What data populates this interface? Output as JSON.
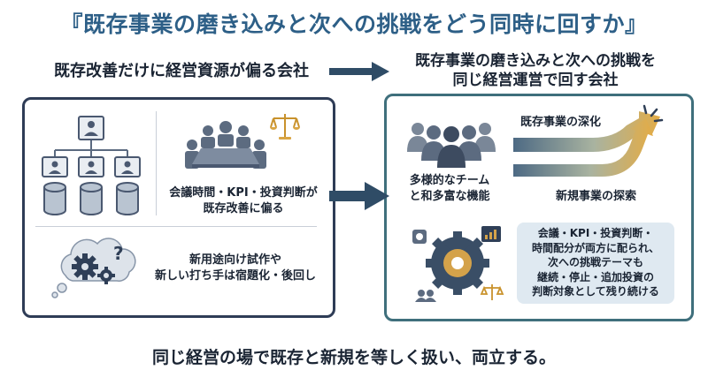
{
  "title": "『既存事業の磨き込みと次への挑戦をどう同時に回すか』",
  "left": {
    "header": "既存改善だけに経営資源が偏る会社",
    "meeting_text": [
      "会議時間・KPI・投資判断が",
      "既存改善に偏る"
    ],
    "neglect_text": [
      "新用途向け試作や",
      "新しい打ち手は宿題化・後回し"
    ]
  },
  "right": {
    "header": [
      "既存事業の磨き込みと次への挑戦を",
      "同じ経営運営で回す会社"
    ],
    "team_text": [
      "多様的なチーム",
      "と和多富な機能"
    ],
    "deepen_label": "既存事業の深化",
    "explore_label": "新規事業の探索",
    "info_text": [
      "会議・KPI・投資判断・",
      "時間配分が両方に配られ、",
      "次への挑戦テーマも",
      "継続・停止・追加投資の",
      "判断対象として残り続ける"
    ]
  },
  "footer": "同じ経営の場で既存と新規を等しく扱い、両立する。",
  "colors": {
    "title": "#2d5f87",
    "left_border": "#2e3c56",
    "right_border": "#3f6f7c",
    "arrow": "#2f4c66",
    "accent": "#d9a544"
  },
  "icons": [
    "org-chart-icon",
    "database-icon",
    "meeting-icon",
    "scale-icon",
    "thought-cloud-icon",
    "gear-icon",
    "question-icon",
    "team-icon",
    "growth-arrow-icon",
    "gear-cycle-icon",
    "chart-icon",
    "people-icon"
  ]
}
